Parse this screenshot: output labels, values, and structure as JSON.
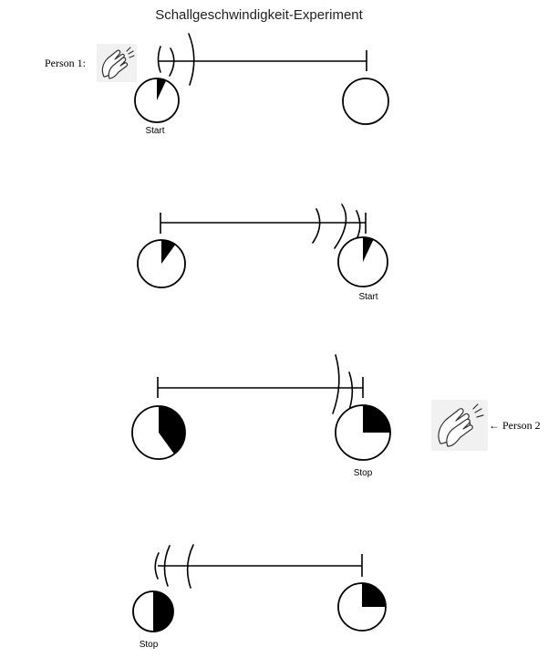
{
  "title": "Schallgeschwindigkeit-Experiment",
  "persons": {
    "person1": "Person 1:",
    "person2": "← Person 2"
  },
  "panels": [
    {
      "left_clock": {
        "fill_fraction": 0.07,
        "label": "Start"
      },
      "right_clock": {
        "fill_fraction": 0,
        "label": ""
      }
    },
    {
      "left_clock": {
        "fill_fraction": 0.1,
        "label": ""
      },
      "right_clock": {
        "fill_fraction": 0.07,
        "label": "Start"
      }
    },
    {
      "left_clock": {
        "fill_fraction": 0.4,
        "label": ""
      },
      "right_clock": {
        "fill_fraction": 0.25,
        "label": "Stop"
      }
    },
    {
      "left_clock": {
        "fill_fraction": 0.5,
        "label": "Stop"
      },
      "right_clock": {
        "fill_fraction": 0.25,
        "label": ""
      }
    }
  ],
  "icons": {
    "clap1": "clapping-hands-icon",
    "clap2": "clapping-hands-icon"
  }
}
